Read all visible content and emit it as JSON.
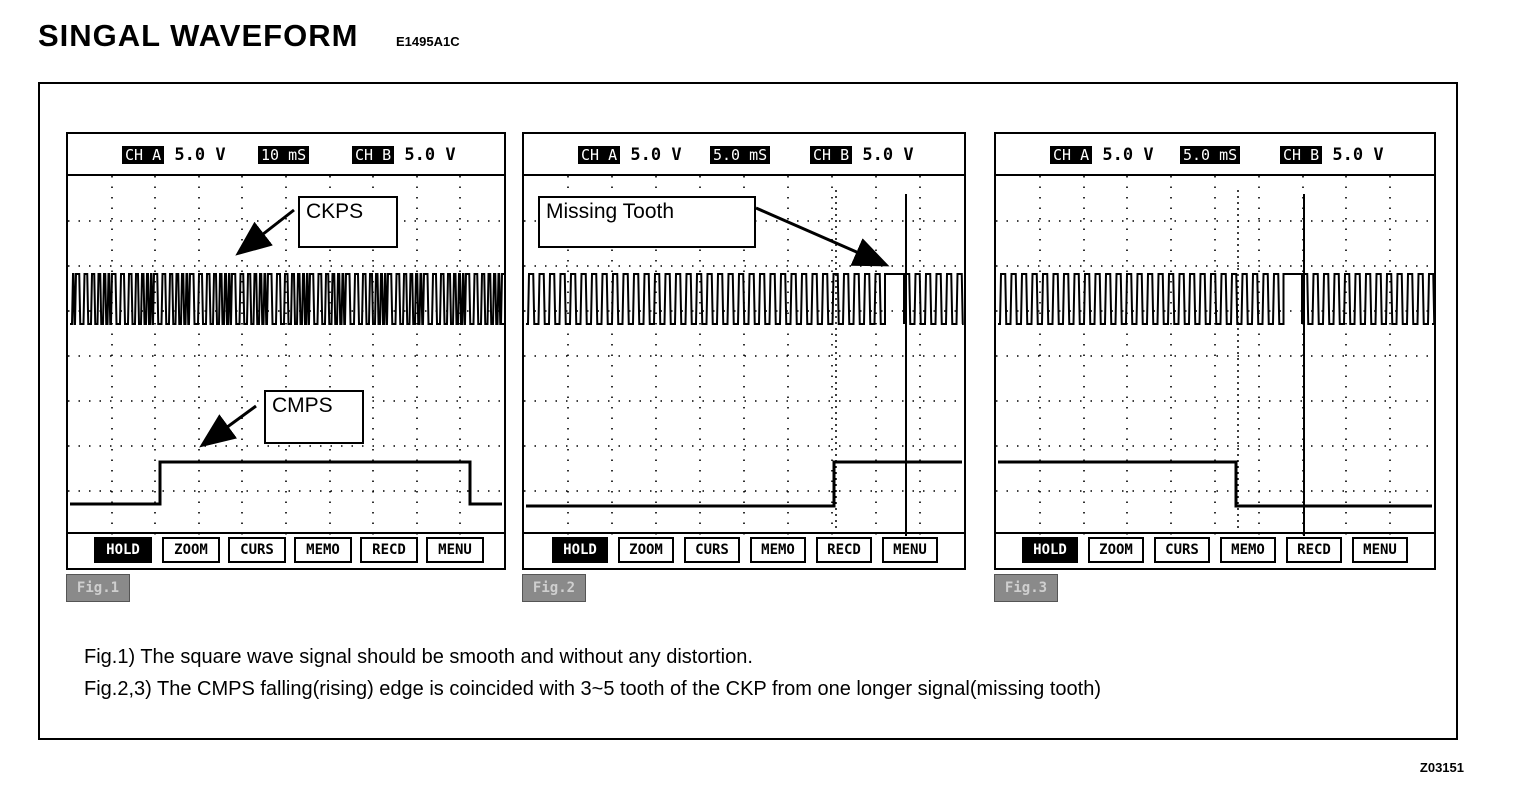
{
  "page": {
    "title": "SINGAL WAVEFORM",
    "code": "E1495A1C",
    "figure_id": "Z03151"
  },
  "scopes": [
    {
      "header": {
        "cha_label": "CH A",
        "cha_value": "5.0 V",
        "time": "10 mS",
        "chb_label": "CH B",
        "chb_value": "5.0 V"
      },
      "menu": [
        "HOLD",
        "ZOOM",
        "CURS",
        "MEMO",
        "RECD",
        "MENU"
      ],
      "fig_tag": "Fig.1",
      "labels": [
        "CKPS",
        "CMPS"
      ]
    },
    {
      "header": {
        "cha_label": "CH A",
        "cha_value": "5.0 V",
        "time": "5.0 mS",
        "chb_label": "CH B",
        "chb_value": "5.0 V"
      },
      "menu": [
        "HOLD",
        "ZOOM",
        "CURS",
        "MEMO",
        "RECD",
        "MENU"
      ],
      "fig_tag": "Fig.2",
      "labels": [
        "Missing Tooth"
      ]
    },
    {
      "header": {
        "cha_label": "CH A",
        "cha_value": "5.0 V",
        "time": "5.0 mS",
        "chb_label": "CH B",
        "chb_value": "5.0 V"
      },
      "menu": [
        "HOLD",
        "ZOOM",
        "CURS",
        "MEMO",
        "RECD",
        "MENU"
      ],
      "fig_tag": "Fig.3",
      "labels": []
    }
  ],
  "notes": [
    "Fig.1) The square wave signal should be smooth and without any distortion.",
    "Fig.2,3) The CMPS falling(rising) edge is coincided with 3~5 tooth of the CKP from one longer signal(missing tooth)"
  ]
}
